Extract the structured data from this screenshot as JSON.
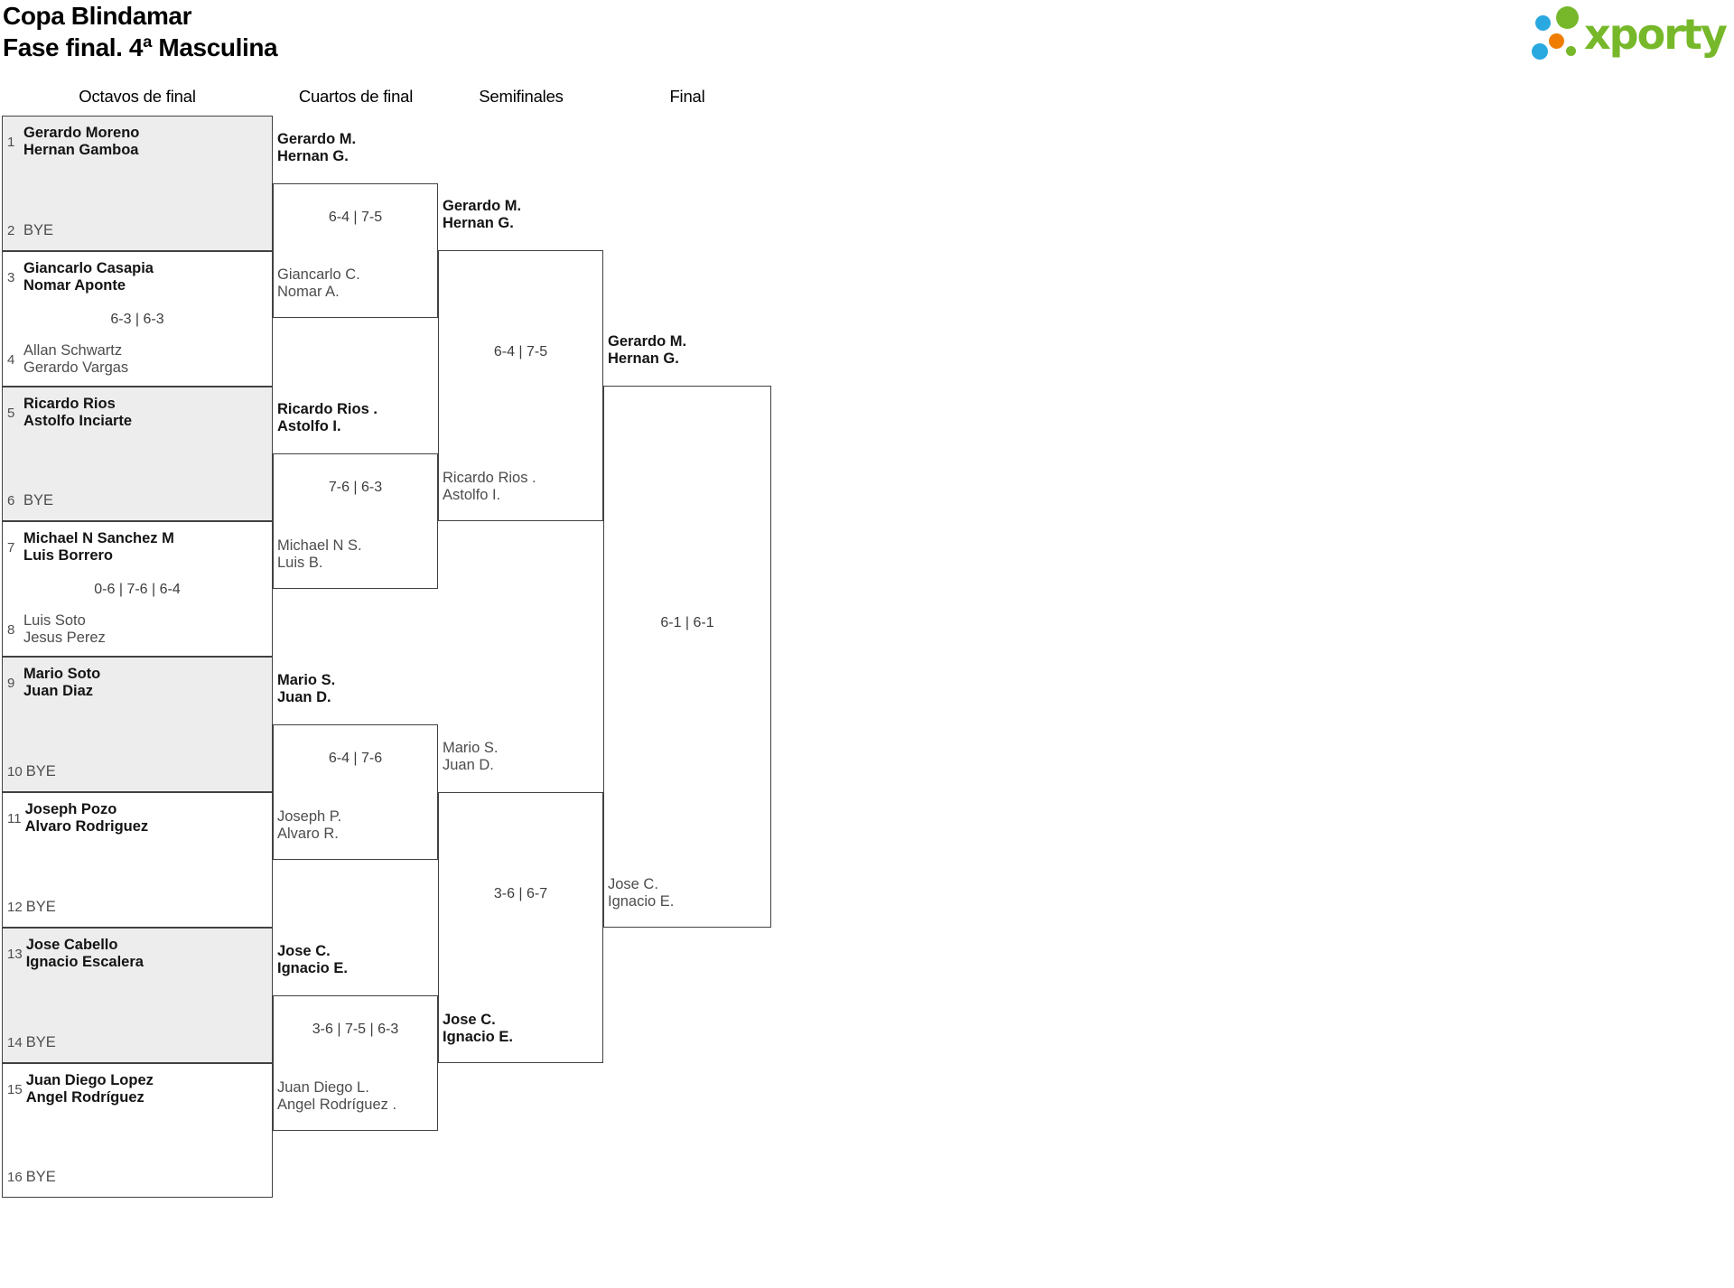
{
  "title": {
    "line1": "Copa Blindamar",
    "line2": "Fase final. 4ª Masculina"
  },
  "logo": {
    "text": "xporty",
    "green": "#76b82a",
    "blue": "#29a9e0",
    "orange": "#ef7d00"
  },
  "round_headers": [
    "Octavos de final",
    "Cuartos de final",
    "Semifinales",
    "Final"
  ],
  "octavos": [
    {
      "seed_top": "1",
      "team_top": [
        "Gerardo Moreno",
        "Hernan Gamboa"
      ],
      "top_winner": true,
      "seed_bottom": "2",
      "team_bottom": [
        "BYE"
      ],
      "bottom_winner": false,
      "score": "",
      "shaded": true
    },
    {
      "seed_top": "3",
      "team_top": [
        "Giancarlo Casapia",
        "Nomar Aponte"
      ],
      "top_winner": true,
      "seed_bottom": "4",
      "team_bottom": [
        "Allan Schwartz",
        "Gerardo Vargas"
      ],
      "bottom_winner": false,
      "score": "6-3 | 6-3",
      "shaded": false
    },
    {
      "seed_top": "5",
      "team_top": [
        "Ricardo Rios",
        "Astolfo Inciarte"
      ],
      "top_winner": true,
      "seed_bottom": "6",
      "team_bottom": [
        "BYE"
      ],
      "bottom_winner": false,
      "score": "",
      "shaded": true
    },
    {
      "seed_top": "7",
      "team_top": [
        "Michael N Sanchez M",
        "Luis Borrero"
      ],
      "top_winner": true,
      "seed_bottom": "8",
      "team_bottom": [
        "Luis Soto",
        "Jesus Perez"
      ],
      "bottom_winner": false,
      "score": "0-6 | 7-6 | 6-4",
      "shaded": false
    },
    {
      "seed_top": "9",
      "team_top": [
        "Mario Soto",
        "Juan Diaz"
      ],
      "top_winner": true,
      "seed_bottom": "10",
      "team_bottom": [
        "BYE"
      ],
      "bottom_winner": false,
      "score": "",
      "shaded": true
    },
    {
      "seed_top": "11",
      "team_top": [
        "Joseph Pozo",
        "Alvaro Rodriguez"
      ],
      "top_winner": true,
      "seed_bottom": "12",
      "team_bottom": [
        "BYE"
      ],
      "bottom_winner": false,
      "score": "",
      "shaded": false
    },
    {
      "seed_top": "13",
      "team_top": [
        "Jose Cabello",
        "Ignacio Escalera"
      ],
      "top_winner": true,
      "seed_bottom": "14",
      "team_bottom": [
        "BYE"
      ],
      "bottom_winner": false,
      "score": "",
      "shaded": true
    },
    {
      "seed_top": "15",
      "team_top": [
        "Juan Diego Lopez",
        "Angel Rodríguez"
      ],
      "top_winner": true,
      "seed_bottom": "16",
      "team_bottom": [
        "BYE"
      ],
      "bottom_winner": false,
      "score": "",
      "shaded": false
    }
  ],
  "cuartos": [
    {
      "team_top": [
        "Gerardo M.",
        "Hernan G."
      ],
      "top_winner": true,
      "team_bottom": [
        "Giancarlo C.",
        "Nomar A."
      ],
      "bottom_winner": false,
      "score": "6-4 | 7-5"
    },
    {
      "team_top": [
        "Ricardo Rios .",
        "Astolfo I."
      ],
      "top_winner": true,
      "team_bottom": [
        "Michael N S.",
        "Luis B."
      ],
      "bottom_winner": false,
      "score": "7-6 | 6-3"
    },
    {
      "team_top": [
        "Mario S.",
        "Juan D."
      ],
      "top_winner": true,
      "team_bottom": [
        "Joseph P.",
        "Alvaro R."
      ],
      "bottom_winner": false,
      "score": "6-4 | 7-6"
    },
    {
      "team_top": [
        "Jose C.",
        "Ignacio E."
      ],
      "top_winner": true,
      "team_bottom": [
        "Juan Diego L.",
        "Angel Rodríguez ."
      ],
      "bottom_winner": false,
      "score": "3-6 | 7-5 | 6-3"
    }
  ],
  "semifinales": [
    {
      "team_top": [
        "Gerardo M.",
        "Hernan G."
      ],
      "top_winner": true,
      "team_bottom": [
        "Ricardo Rios .",
        "Astolfo I."
      ],
      "bottom_winner": false,
      "score": "6-4 | 7-5"
    },
    {
      "team_top": [
        "Mario S.",
        "Juan D."
      ],
      "top_winner": false,
      "team_bottom": [
        "Jose C.",
        "Ignacio E."
      ],
      "bottom_winner": true,
      "score": "3-6 | 6-7"
    }
  ],
  "final": [
    {
      "team_top": [
        "Gerardo M.",
        "Hernan G."
      ],
      "top_winner": true,
      "team_bottom": [
        "Jose C.",
        "Ignacio E."
      ],
      "bottom_winner": false,
      "score": "6-1 | 6-1"
    }
  ]
}
